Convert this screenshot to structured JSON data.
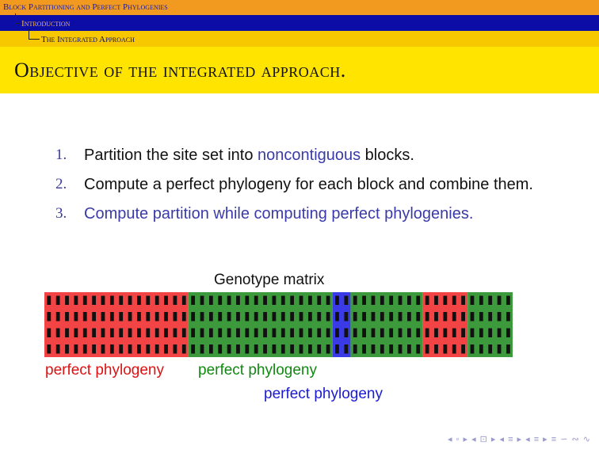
{
  "header": {
    "section": "Block Partitioning and Perfect Phylogenies",
    "subsection": "Introduction",
    "subsubsection": "The Integrated Approach"
  },
  "title": "Objective of the integrated approach.",
  "items": [
    {
      "number": "1.",
      "pre": "Partition the site set into ",
      "highlight": "noncontiguous",
      "post": " blocks."
    },
    {
      "number": "2.",
      "text": "Compute a perfect phylogeny for each block and combine them."
    },
    {
      "number": "3.",
      "text": "Compute partition while computing perfect phylogenies."
    }
  ],
  "figure": {
    "title": "Genotype matrix",
    "blocks": [
      {
        "color": "#f24444",
        "columns": 16
      },
      {
        "color": "#3c9a3c",
        "columns": 16
      },
      {
        "color": "#3a3ae6",
        "columns": 2
      },
      {
        "color": "#3c9a3c",
        "columns": 8
      },
      {
        "color": "#f24444",
        "columns": 5
      },
      {
        "color": "#3c9a3c",
        "columns": 5
      }
    ],
    "rows": 4,
    "labels": {
      "red": "perfect phylogeny",
      "green": "perfect phylogeny",
      "blue": "perfect phylogeny"
    }
  },
  "nav": "◂ ▫ ▸ ◂ ⊡ ▸ ◂ ≡ ▸ ◂ ≡ ▸ ≡ ∽ ∾ ∿"
}
